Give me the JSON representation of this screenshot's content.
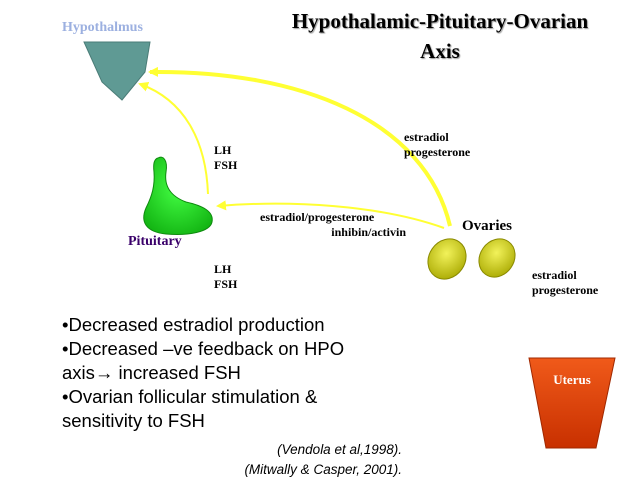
{
  "title_line1": "Hypothalamic-Pituitary-Ovarian",
  "title_line2": "Axis",
  "hypothalamus_label": "Hypothalmus",
  "pituitary_label": "Pituitary",
  "ovaries_label": "Ovaries",
  "uterus_label": "Uterus",
  "arrows": {
    "pit_to_hypo": {
      "line1": "LH",
      "line2": "FSH"
    },
    "ov_to_hypo": {
      "line1": "estradiol",
      "line2": "progesterone"
    },
    "ov_to_pit": {
      "line1": "estradiol/progesterone",
      "line2": "inhibin/activin"
    },
    "pit_to_ov": {
      "line1": "LH",
      "line2": "FSH"
    },
    "ov_to_uterus": {
      "line1": "estradiol",
      "line2": "progesterone"
    }
  },
  "bullets": [
    "•Decreased estradiol production",
    "•Decreased –ve feedback on HPO",
    "axis",
    " increased FSH",
    "•Ovarian follicular stimulation &",
    "sensitivity to FSH"
  ],
  "arrow_glyph": "→",
  "references": [
    "(Vendola et al,1998).",
    "(Mitwally & Casper, 2001)."
  ],
  "colors": {
    "arrow": "#ffff33",
    "hypothalamus": "#5f9a94",
    "pituitary": "#22e022",
    "ovary": "#c8c800",
    "uterus": "#e84a10"
  }
}
